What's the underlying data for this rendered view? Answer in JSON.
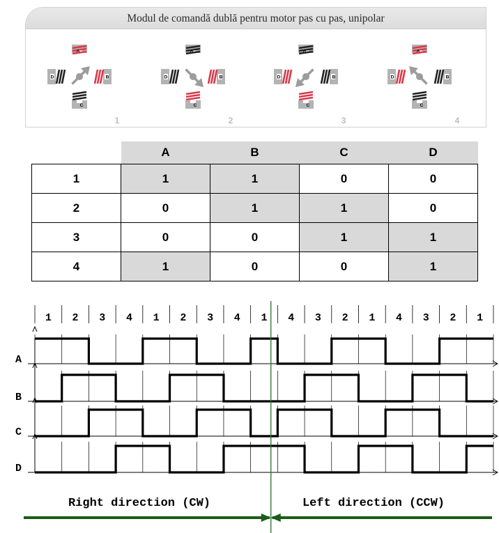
{
  "panel": {
    "title": "Modul de comandă dublă pentru motor pas cu pas, unipolar",
    "coil_labels": [
      "A",
      "B",
      "C",
      "D"
    ],
    "steps": [
      {
        "number": "1",
        "energized": [
          "A",
          "B"
        ]
      },
      {
        "number": "2",
        "energized": [
          "B",
          "C"
        ]
      },
      {
        "number": "3",
        "energized": [
          "C",
          "D"
        ]
      },
      {
        "number": "4",
        "energized": [
          "D",
          "A"
        ]
      }
    ],
    "colors": {
      "energized": "#d9394a",
      "idle": "#222222",
      "frame": "#b3b3b3",
      "arrow": "#9c9c9c"
    }
  },
  "table": {
    "columns": [
      "",
      "A",
      "B",
      "C",
      "D"
    ],
    "rows": [
      {
        "step": "1",
        "values": [
          "1",
          "1",
          "0",
          "0"
        ]
      },
      {
        "step": "2",
        "values": [
          "0",
          "1",
          "1",
          "0"
        ]
      },
      {
        "step": "3",
        "values": [
          "0",
          "0",
          "1",
          "1"
        ]
      },
      {
        "step": "4",
        "values": [
          "1",
          "0",
          "0",
          "1"
        ]
      }
    ],
    "colors": {
      "highlight": "#d9d9d9",
      "border": "#000000"
    }
  },
  "timing": {
    "sequence": [
      "1",
      "2",
      "3",
      "4",
      "1",
      "2",
      "3",
      "4",
      "1",
      "4",
      "3",
      "2",
      "1",
      "4",
      "3",
      "2",
      "1"
    ],
    "signals": [
      {
        "name": "A",
        "levels": [
          1,
          1,
          0,
          0,
          1,
          1,
          0,
          0,
          1,
          0,
          0,
          1,
          1,
          0,
          0,
          1,
          1
        ]
      },
      {
        "name": "B",
        "levels": [
          0,
          1,
          1,
          0,
          0,
          1,
          1,
          0,
          0,
          0,
          1,
          1,
          0,
          0,
          1,
          1,
          0
        ]
      },
      {
        "name": "C",
        "levels": [
          0,
          0,
          1,
          1,
          0,
          0,
          1,
          1,
          0,
          1,
          1,
          0,
          0,
          1,
          1,
          0,
          0
        ]
      },
      {
        "name": "D",
        "levels": [
          0,
          0,
          0,
          1,
          1,
          0,
          0,
          1,
          1,
          1,
          0,
          0,
          1,
          1,
          0,
          0,
          1
        ]
      }
    ],
    "cw_label": "Right direction (CW)",
    "ccw_label": "Left direction (CCW)",
    "colors": {
      "line": "#000000",
      "divider": "#2e6e2e",
      "direction_arrow": "#1a5c1a"
    }
  }
}
